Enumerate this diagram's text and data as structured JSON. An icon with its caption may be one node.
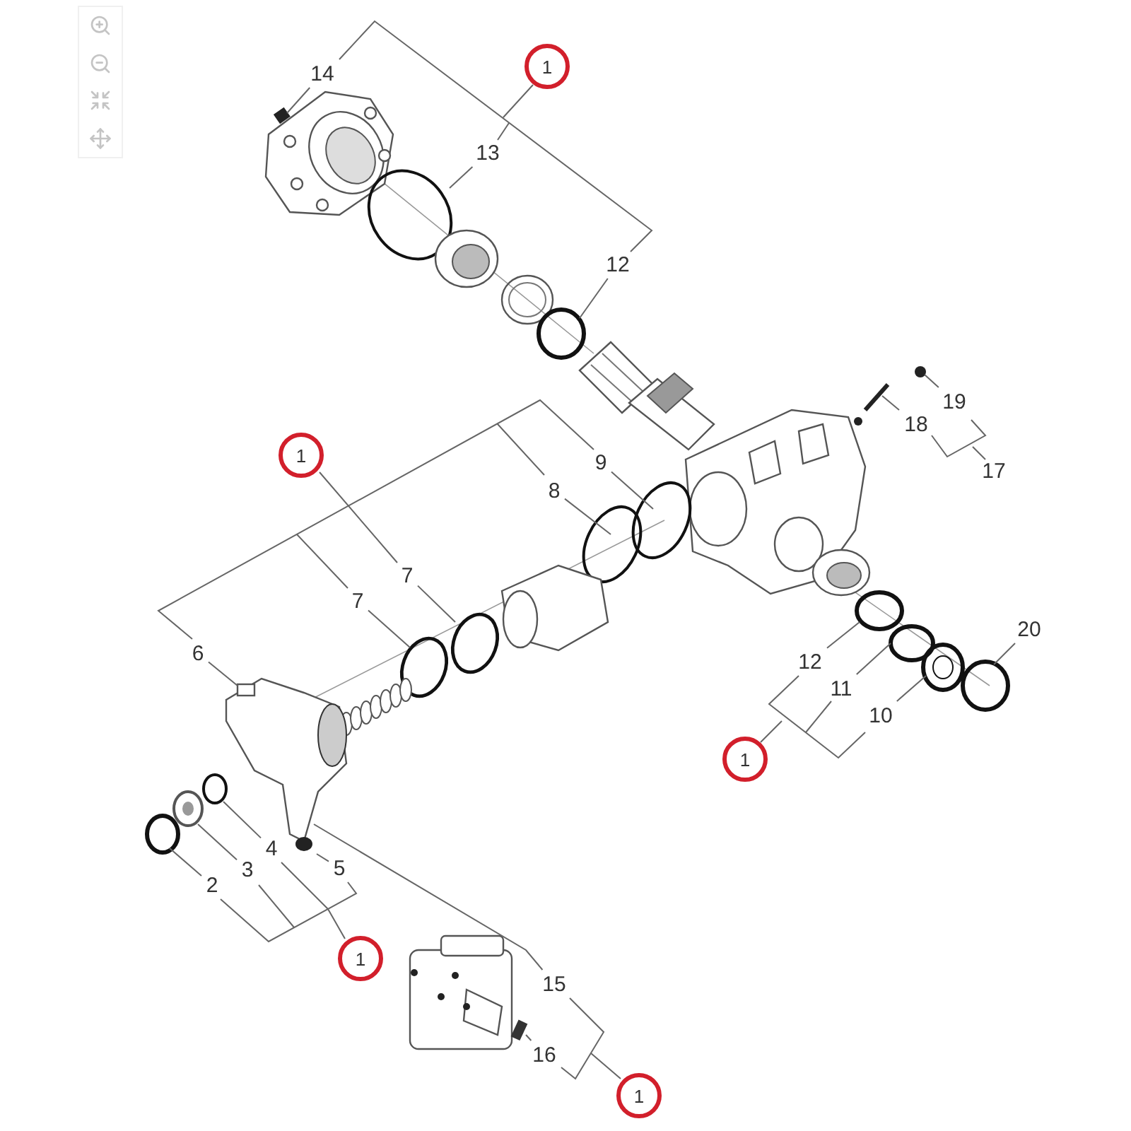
{
  "diagram": {
    "nodes": [
      {
        "text": [
          "1"
        ]
      },
      {
        "text": [
          "14"
        ]
      },
      {
        "text": [
          "13"
        ]
      },
      {
        "text": [
          "12"
        ]
      },
      {
        "text": [
          "1"
        ]
      },
      {
        "text": [
          "9"
        ]
      },
      {
        "text": [
          "8"
        ]
      },
      {
        "text": [
          "7"
        ]
      },
      {
        "text": [
          "7"
        ]
      },
      {
        "text": [
          "6"
        ]
      },
      {
        "text": [
          "19"
        ]
      },
      {
        "text": [
          "18"
        ]
      },
      {
        "text": [
          "17"
        ]
      },
      {
        "text": [
          "12"
        ]
      },
      {
        "text": [
          "11"
        ]
      },
      {
        "text": [
          "10"
        ]
      },
      {
        "text": [
          "20"
        ]
      },
      {
        "text": [
          "1"
        ]
      },
      {
        "text": [
          "4"
        ]
      },
      {
        "text": [
          "3"
        ]
      },
      {
        "text": [
          "2"
        ]
      },
      {
        "text": [
          "5"
        ]
      },
      {
        "text": [
          "1"
        ]
      },
      {
        "text": [
          "15"
        ]
      },
      {
        "text": [
          "16"
        ]
      },
      {
        "text": [
          "1"
        ]
      }
    ],
    "edges": [
      {
        "from": 1,
        "to": null,
        "arrow": "none"
      },
      {
        "from": 2,
        "to": null,
        "arrow": "none"
      },
      {
        "from": 3,
        "to": null,
        "arrow": "none"
      },
      {
        "from": 5,
        "to": null,
        "arrow": "none"
      },
      {
        "from": 6,
        "to": null,
        "arrow": "none"
      },
      {
        "from": 7,
        "to": null,
        "arrow": "none"
      },
      {
        "from": 8,
        "to": null,
        "arrow": "none"
      },
      {
        "from": 9,
        "to": null,
        "arrow": "none"
      },
      {
        "from": 10,
        "to": null,
        "arrow": "none"
      },
      {
        "from": 11,
        "to": null,
        "arrow": "none"
      },
      {
        "from": 13,
        "to": null,
        "arrow": "none"
      },
      {
        "from": 14,
        "to": null,
        "arrow": "none"
      },
      {
        "from": 15,
        "to": null,
        "arrow": "none"
      },
      {
        "from": 16,
        "to": null,
        "arrow": "none"
      },
      {
        "from": 18,
        "to": null,
        "arrow": "none"
      },
      {
        "from": 19,
        "to": null,
        "arrow": "none"
      },
      {
        "from": 20,
        "to": null,
        "arrow": "none"
      },
      {
        "from": 21,
        "to": null,
        "arrow": "none"
      },
      {
        "from": 23,
        "to": null,
        "arrow": "none"
      },
      {
        "from": 24,
        "to": null,
        "arrow": "none"
      }
    ]
  }
}
